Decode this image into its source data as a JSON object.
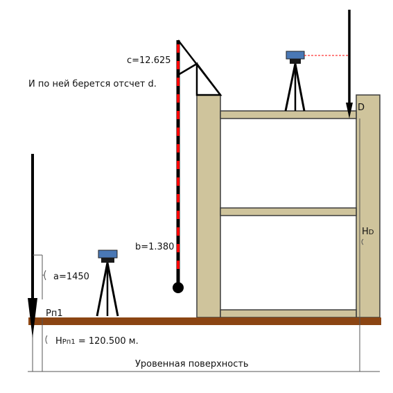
{
  "labels": {
    "c_reading": "c=12.625",
    "note": "И по ней берется отсчет d.",
    "b_reading": "b=1.380",
    "a_reading": "a=1450",
    "benchmark": "Рп1",
    "height_benchmark_prefix": "Н",
    "height_benchmark_sub": "Рп1",
    "height_benchmark_value": " = 120.500 м.",
    "point_d": "D",
    "height_d_prefix": "Н",
    "height_d_sub": "D",
    "datum_surface": "Уровенная поверхность"
  },
  "colors": {
    "ground": "#8b4513",
    "wall": "#cfc49c",
    "wall_stroke": "#3b3b3b",
    "rod_red": "#ff0000",
    "rod_black": "#000000",
    "level_body": "#4a78b5",
    "sight_line": "#ff0000"
  },
  "icons": {
    "left_level": "level-instrument-icon",
    "top_level": "level-instrument-icon",
    "staff": "leveling-staff-icon"
  }
}
